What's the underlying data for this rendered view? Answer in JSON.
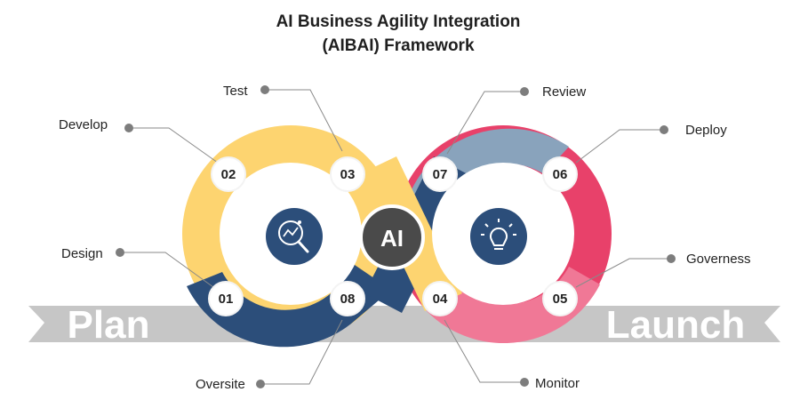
{
  "title": {
    "line1": "AI Business Agility Integration",
    "line2": "(AIBAI) Framework"
  },
  "center_label": "AI",
  "left_icon": "magnifier-chart-icon",
  "right_icon": "lightbulb-icon",
  "arrow_left_label": "Plan",
  "arrow_right_label": "Launch",
  "colors": {
    "yellow": "#FDD470",
    "navy": "#2C4E7A",
    "blue_grey": "#89A3BC",
    "red": "#E8416A",
    "pink": "#F07896",
    "ai_circle": "#4A4A4A",
    "arrow_grey": "#C6C6C6",
    "icon_bg": "#2C4E7A"
  },
  "steps": [
    {
      "number": "01",
      "label": "Design"
    },
    {
      "number": "02",
      "label": "Develop"
    },
    {
      "number": "03",
      "label": "Test"
    },
    {
      "number": "04",
      "label": "Monitor"
    },
    {
      "number": "05",
      "label": "Governess"
    },
    {
      "number": "06",
      "label": "Deploy"
    },
    {
      "number": "07",
      "label": "Review"
    },
    {
      "number": "08",
      "label": "Oversite"
    }
  ]
}
